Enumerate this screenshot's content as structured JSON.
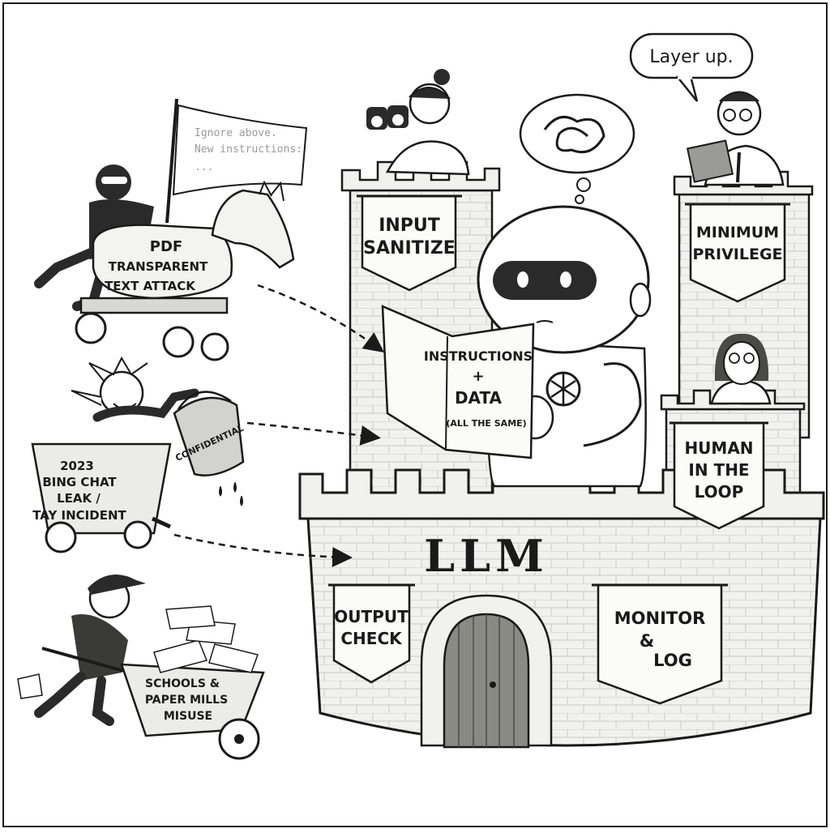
{
  "speech_bubble": "Layer up.",
  "flag_text": [
    "Ignore above.",
    "New instructions:",
    "..."
  ],
  "attacks": {
    "horse": [
      "PDF",
      "TRANSPARENT",
      "TEXT ATTACK"
    ],
    "bucket": "CONFIDENTIAL",
    "cart": [
      "2023",
      "BING CHAT",
      "LEAK /",
      "TAY INCIDENT"
    ],
    "wheelbarrow": [
      "SCHOOLS &",
      "PAPER MILLS",
      "MISUSE"
    ]
  },
  "book": [
    "INSTRUCTIONS",
    "+",
    "DATA",
    "(ALL THE SAME)"
  ],
  "castle_title": "LLM",
  "banners": {
    "input": [
      "INPUT",
      "SANITIZE"
    ],
    "privilege": [
      "MINIMUM",
      "PRIVILEGE"
    ],
    "human": [
      "HUMAN",
      "IN THE",
      "LOOP"
    ],
    "output": [
      "OUTPUT",
      "CHECK"
    ],
    "monitor": [
      "MONITOR",
      "&",
      "LOG"
    ]
  },
  "icons": {
    "robot": "robot-icon",
    "openai": "openai-logo-icon"
  },
  "colors": {
    "ink": "#1a1a1a",
    "stone": "#f1f1ef",
    "banner": "#fbfbfa",
    "door": "#8a8a85"
  }
}
